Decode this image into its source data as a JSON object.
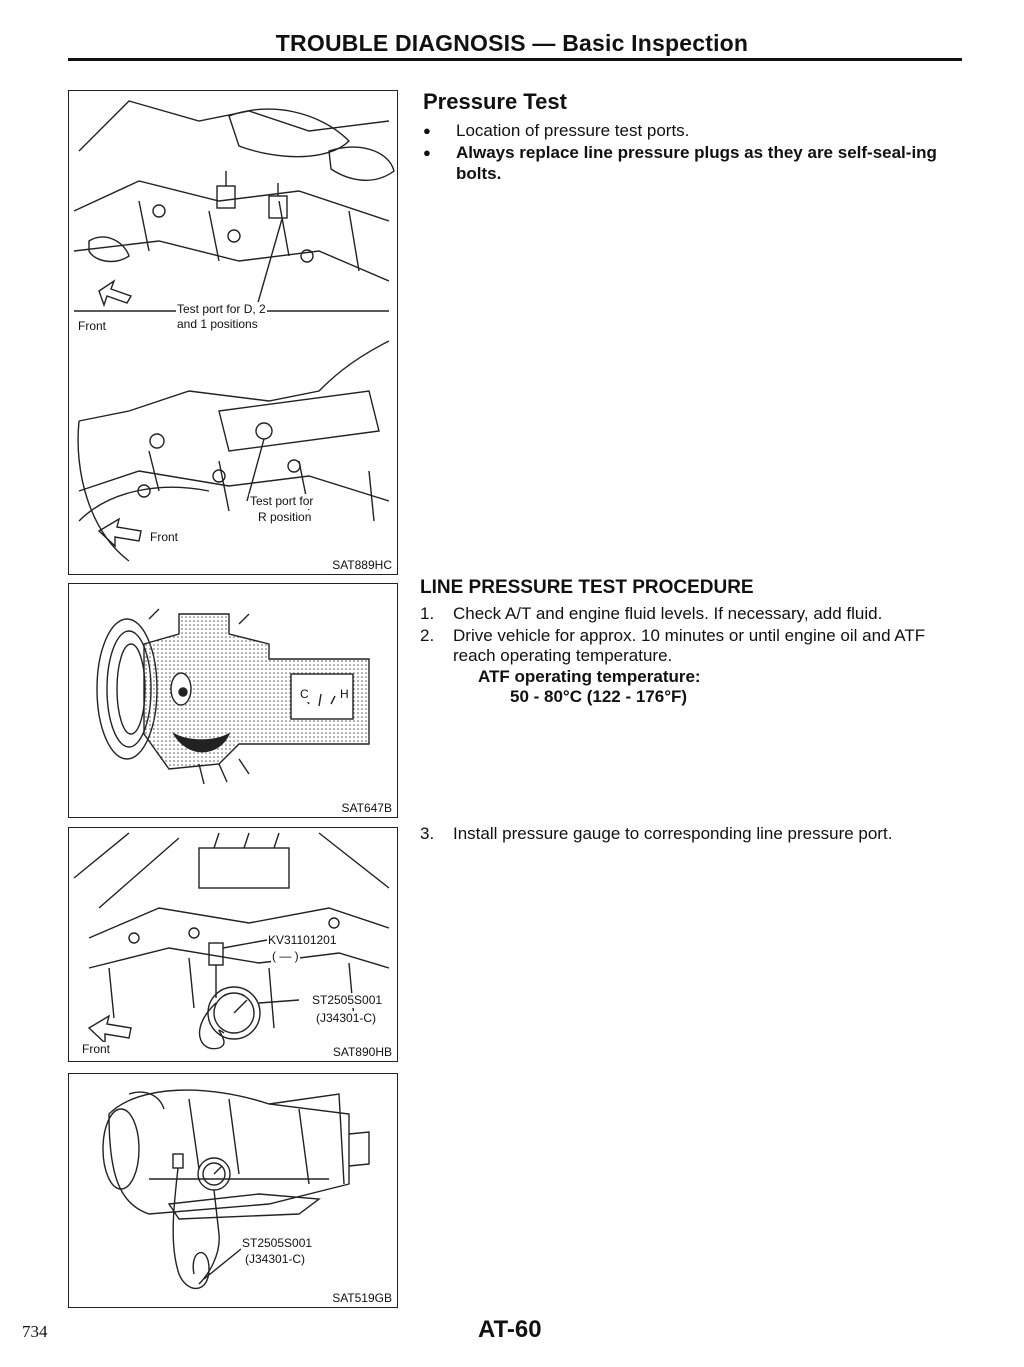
{
  "header": {
    "title": "TROUBLE DIAGNOSIS — Basic Inspection"
  },
  "section": {
    "title": "Pressure Test",
    "bullets": [
      "Location of pressure test ports.",
      "Always replace line pressure plugs as they are self-seal-ing bolts."
    ]
  },
  "procedure": {
    "title": "LINE PRESSURE TEST PROCEDURE",
    "steps": [
      {
        "num": "1.",
        "text": "Check A/T and engine fluid levels. If necessary, add fluid."
      },
      {
        "num": "2.",
        "text": "Drive vehicle for approx. 10 minutes or until engine oil and ATF reach operating temperature."
      },
      {
        "num": "3.",
        "text": "Install pressure gauge to corresponding line pressure port."
      }
    ],
    "spec_label": "ATF operating temperature:",
    "spec_value": "50 - 80°C (122 - 176°F)"
  },
  "figures": {
    "fig1": {
      "code": "SAT889HC",
      "labels": {
        "front_top": "Front",
        "port_d21_line1": "Test port for D, 2",
        "port_d21_line2": "and 1 positions",
        "port_r_line1": "Test port for",
        "port_r_line2": "R position",
        "front_bottom": "Front"
      }
    },
    "fig2": {
      "code": "SAT647B",
      "gauge_c": "C",
      "gauge_h": "H"
    },
    "fig3": {
      "code": "SAT890HB",
      "labels": {
        "tool_a": "KV31101201",
        "tool_a_sub": "( — )",
        "tool_b": "ST2505S001",
        "tool_b_sub": "(J34301-C)",
        "front": "Front"
      }
    },
    "fig4": {
      "code": "SAT519GB",
      "labels": {
        "tool": "ST2505S001",
        "tool_sub": "(J34301-C)"
      }
    }
  },
  "footer": {
    "page_number": "734",
    "page_id": "AT-60"
  }
}
